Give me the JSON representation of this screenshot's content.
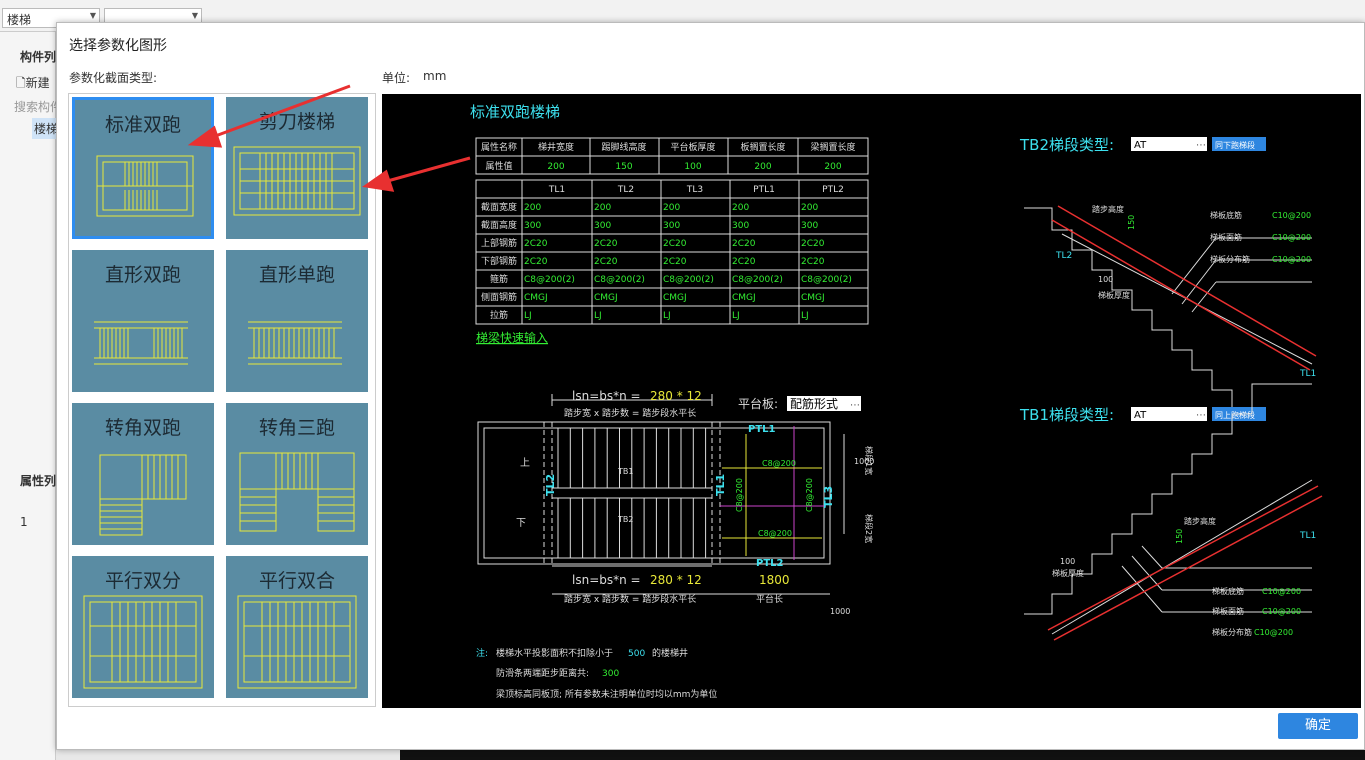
{
  "topbar": {
    "combo1": "楼梯",
    "combo2": ""
  },
  "left": {
    "header1": "构件列",
    "new_btn": "新建",
    "search": "搜索构件",
    "tree_item": "楼梯",
    "header2": "属性列",
    "row_num": "1"
  },
  "dialog": {
    "title": "选择参数化图形",
    "section_label": "参数化截面类型:",
    "unit_label": "单位:",
    "unit_value": "mm",
    "ok_label": "确定"
  },
  "gallery": [
    {
      "label": "标准双跑"
    },
    {
      "label": "剪刀楼梯"
    },
    {
      "label": "直形双跑"
    },
    {
      "label": "直形单跑"
    },
    {
      "label": "转角双跑"
    },
    {
      "label": "转角三跑"
    },
    {
      "label": "平行双分"
    },
    {
      "label": "平行双合"
    }
  ],
  "preview": {
    "title": "标准双跑楼梯",
    "t1_headers": [
      "属性名称",
      "梯井宽度",
      "踢脚线高度",
      "平台板厚度",
      "板搁置长度",
      "梁搁置长度"
    ],
    "t1_values": [
      "属性值",
      "200",
      "150",
      "100",
      "200",
      "200"
    ],
    "t2_headers": [
      "",
      "TL1",
      "TL2",
      "TL3",
      "PTL1",
      "PTL2"
    ],
    "t2_rows": [
      [
        "截面宽度",
        "200",
        "200",
        "200",
        "200",
        "200"
      ],
      [
        "截面高度",
        "300",
        "300",
        "300",
        "300",
        "300"
      ],
      [
        "上部钢筋",
        "2C20",
        "2C20",
        "2C20",
        "2C20",
        "2C20"
      ],
      [
        "下部钢筋",
        "2C20",
        "2C20",
        "2C20",
        "2C20",
        "2C20"
      ],
      [
        "箍筋",
        "C8@200(2)",
        "C8@200(2)",
        "C8@200(2)",
        "C8@200(2)",
        "C8@200(2)"
      ],
      [
        "侧面钢筋",
        "CMGJ",
        "CMGJ",
        "CMGJ",
        "CMGJ",
        "CMGJ"
      ],
      [
        "拉筋",
        "LJ",
        "LJ",
        "LJ",
        "LJ",
        "LJ"
      ]
    ],
    "quick_link": "梯梁快速输入",
    "lsn_top": "lsn=bs*n = ",
    "lsn_top_val": "280 * 12",
    "lsn_note": "踏步宽 x 踏步数 = 踏步段水平长",
    "platform_label": "平台板:",
    "platform_value": "配筋形式",
    "plan_labels": {
      "ptl1": "PTL1",
      "ptl2": "PTL2",
      "tl2": "TL2",
      "tl1": "TL1",
      "tl3": "TL3",
      "tb1": "TB1",
      "tb2": "TB2",
      "up": "上",
      "down": "下",
      "c8a": "C8@200",
      "c8b": "C8@200",
      "c8c": "C8@200",
      "c8d": "C8@200",
      "d1000a": "1000",
      "d1000b": "1000",
      "w1": "梯段1宽",
      "w2": "梯段2宽"
    },
    "lsn_bot": "lsn=bs*n = ",
    "lsn_bot_val": "280 * 12",
    "len_1800": "1800",
    "lsn_note2": "踏步宽 x 踏步数 = 踏步段水平长",
    "platform_len": "平台长",
    "note_prefix": "注:",
    "note1a": "楼梯水平投影面积不扣除小于",
    "note1b": "500",
    "note1c": "的楼梯井",
    "note2a": "防滑条两端距步距离共:",
    "note2b": "300",
    "note3": "梁顶标高同板顶; 所有参数未注明单位时均以mm为单位",
    "tb2": {
      "label": "TB2梯段类型:",
      "value": "AT",
      "btn": "同下跑梯段",
      "step_h": "踏步高度",
      "v150": "150",
      "tl2": "TL2",
      "v100": "100",
      "thick": "梯板厚度",
      "r1": "梯板底筋",
      "r1v": "C10@200",
      "r2": "梯板面筋",
      "r2v": "C10@200",
      "r3": "梯板分布筋",
      "r3v": "C10@200",
      "tl1": "TL1"
    },
    "tb1": {
      "label": "TB1梯段类型:",
      "value": "AT",
      "btn": "同上跑梯段",
      "step_h": "踏步高度",
      "v150": "150",
      "tl1": "TL1",
      "v100": "100",
      "thick": "梯板厚度",
      "r1": "梯板底筋",
      "r1v": "C10@200",
      "r2": "梯板面筋",
      "r2v": "C10@200",
      "r3": "梯板分布筋",
      "r3v": "C10@200"
    }
  }
}
